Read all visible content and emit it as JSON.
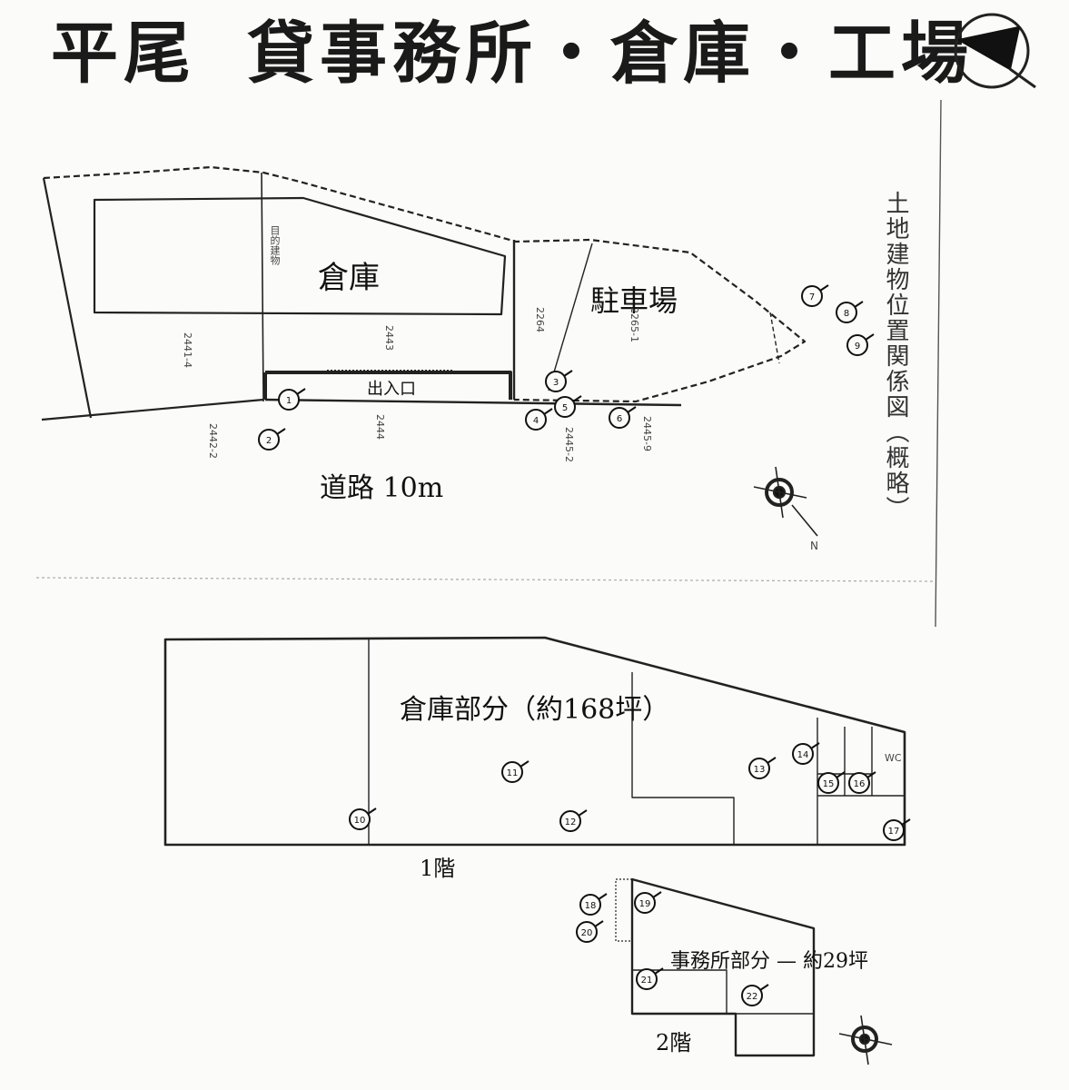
{
  "title": {
    "part1": "平尾",
    "part2": "貸事務所・倉庫・工場"
  },
  "side_label": "土地建物位置関係図（概略）",
  "site_plan": {
    "warehouse_label": "倉庫",
    "parking_label": "駐車場",
    "entrance_label": "出入口",
    "road_label": "道路 10m",
    "parcels": [
      "2441-4",
      "2443",
      "2264",
      "2265-1",
      "2442-2",
      "2444",
      "2445-2",
      "2445-9"
    ],
    "building_label": "目的建物",
    "compass_letter": "N"
  },
  "floor1": {
    "warehouse_label": "倉庫部分（約168坪）",
    "floor_label": "1階",
    "wc_label": "WC"
  },
  "floor2": {
    "office_label": "事務所部分 — 約29坪",
    "floor_label": "2階"
  },
  "photo_markers": [
    "1",
    "2",
    "3",
    "4",
    "5",
    "6",
    "7",
    "8",
    "9",
    "10",
    "11",
    "12",
    "13",
    "14",
    "15",
    "16",
    "17",
    "18",
    "19",
    "20",
    "21",
    "22"
  ]
}
